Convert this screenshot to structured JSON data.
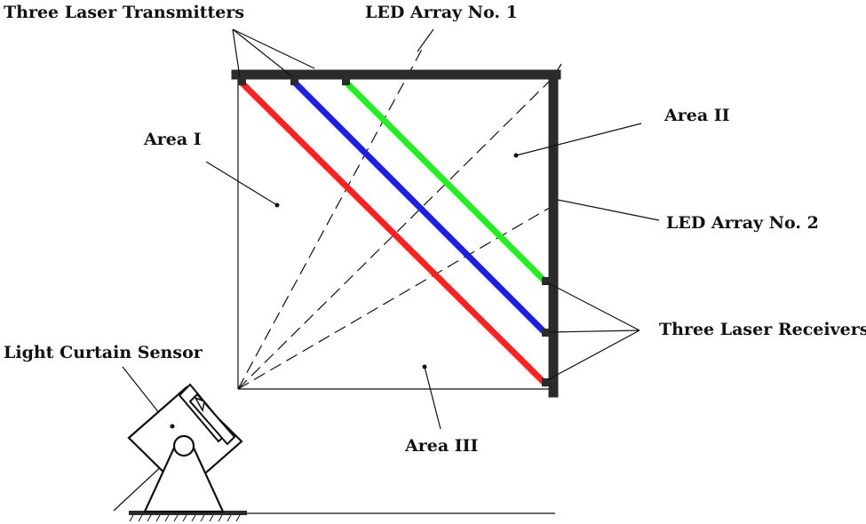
{
  "labels": {
    "transmitters": "Three Laser Transmitters",
    "led_array_1": "LED Array No. 1",
    "area_1": "Area I",
    "area_2": "Area II",
    "area_3": "Area III",
    "led_array_2": "LED Array No. 2",
    "receivers": "Three Laser Receivers",
    "sensor": "Light Curtain Sensor"
  },
  "beam_colors": {
    "red": "#ff2020",
    "blue": "#1f1fe0",
    "green": "#22ee22"
  }
}
